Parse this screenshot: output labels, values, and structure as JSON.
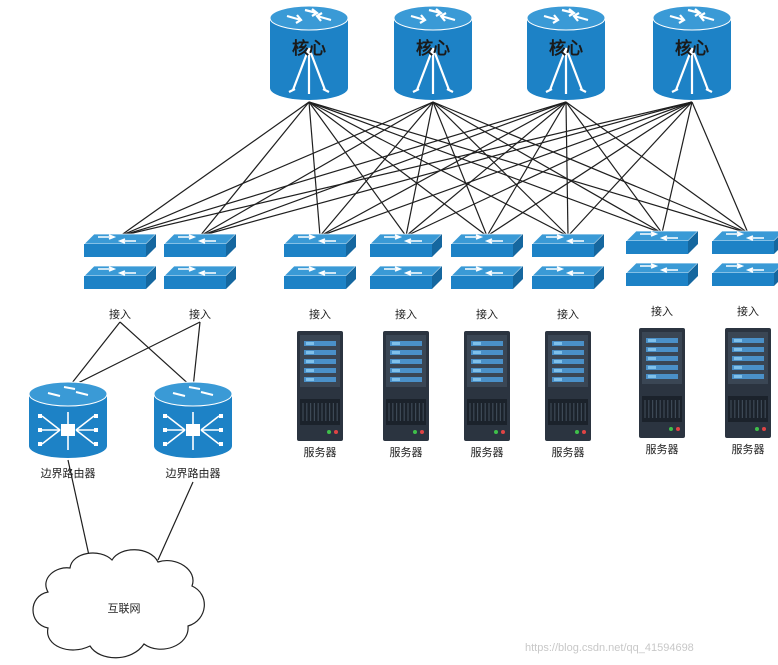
{
  "core_label": "核心",
  "access_label": "接入",
  "server_label": "服务器",
  "border_router_label": "边界路由器",
  "internet_label": "互联网",
  "watermark": "https://blog.csdn.net/qq_41594698",
  "colors": {
    "device_blue": "#1d82c6",
    "device_dark": "#15679f",
    "server_body": "#2b3440",
    "link_line": "#1f1f1f"
  }
}
